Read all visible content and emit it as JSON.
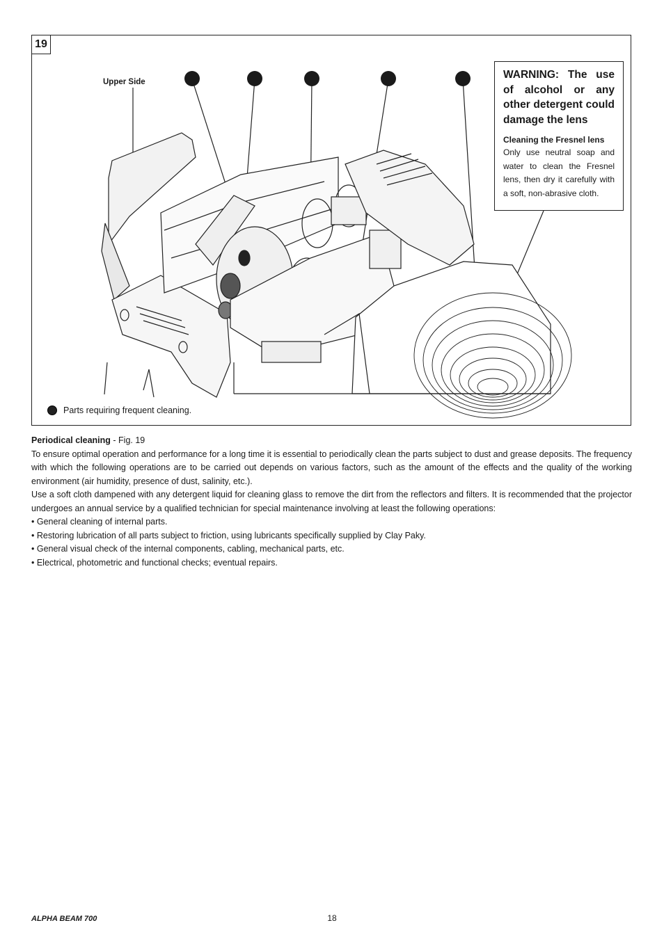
{
  "figure": {
    "number": "19",
    "upper_side_label": "Upper Side",
    "warning_title": "WARNING: The use of alcohol or any other detergent could damage the lens",
    "fresnel_heading": "Cleaning the Fresnel lens",
    "fresnel_text": "Only use neutral soap and water to clean the Fresnel lens, then dry it carefully with a soft, non-abrasive cloth.",
    "legend_text": "Parts requiring frequent cleaning."
  },
  "section": {
    "heading": "Periodical cleaning",
    "fig_ref": " - Fig. 19",
    "paragraph1": "To ensure optimal operation and performance for a long time it is essential to periodically clean the parts subject to dust and grease deposits. The frequency with which the following operations are to be carried out depends on various factors, such as the amount of the effects and the quality of the working environment (air humidity, presence of dust, salinity, etc.).",
    "paragraph2": "Use a soft cloth dampened with any detergent liquid for cleaning glass to remove the dirt from the reflectors and filters. It is recommended that the projector undergoes an annual service by a qualified technician for special maintenance involving at least the following operations:",
    "bullets": [
      "• General cleaning of internal parts.",
      "• Restoring lubrication of all parts subject to friction, using lubricants specifically supplied by Clay Paky.",
      "• General visual check of the internal components, cabling, mechanical parts, etc.",
      "• Electrical, photometric and functional checks; eventual repairs."
    ]
  },
  "footer": {
    "product": "ALPHA BEAM 700",
    "page": "18"
  }
}
